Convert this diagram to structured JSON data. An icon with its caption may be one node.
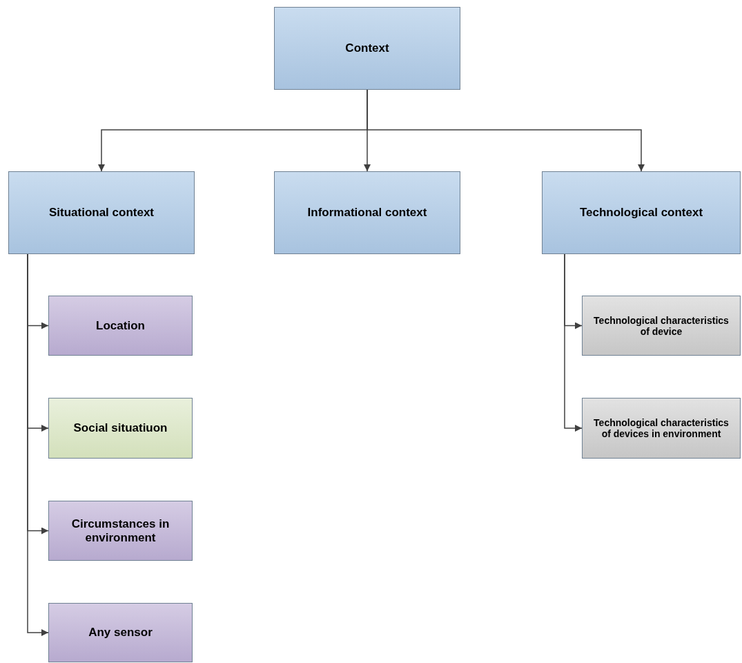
{
  "diagram": {
    "nodes": [
      {
        "text": [
          "Context"
        ]
      },
      {
        "text": [
          "Situational context"
        ]
      },
      {
        "text": [
          "Informational context"
        ]
      },
      {
        "text": [
          "Technological context"
        ]
      },
      {
        "text": [
          "Location"
        ]
      },
      {
        "text": [
          "Social situatiuon"
        ]
      },
      {
        "text": [
          "Circumstances in environment"
        ]
      },
      {
        "text": [
          "Any sensor"
        ]
      },
      {
        "text": [
          "Technological characteristics of device"
        ]
      },
      {
        "text": [
          "Technological characteristics of devices in environment"
        ]
      }
    ],
    "edges": [
      {
        "from": 0,
        "to": 1,
        "arrow": "to"
      },
      {
        "from": 0,
        "to": 2,
        "arrow": "to"
      },
      {
        "from": 0,
        "to": 3,
        "arrow": "to"
      },
      {
        "from": 1,
        "to": 4,
        "arrow": "to"
      },
      {
        "from": 1,
        "to": 5,
        "arrow": "to"
      },
      {
        "from": 1,
        "to": 6,
        "arrow": "to"
      },
      {
        "from": 1,
        "to": 7,
        "arrow": "to"
      },
      {
        "from": 3,
        "to": 8,
        "arrow": "to"
      },
      {
        "from": 3,
        "to": 9,
        "arrow": "to"
      }
    ]
  }
}
